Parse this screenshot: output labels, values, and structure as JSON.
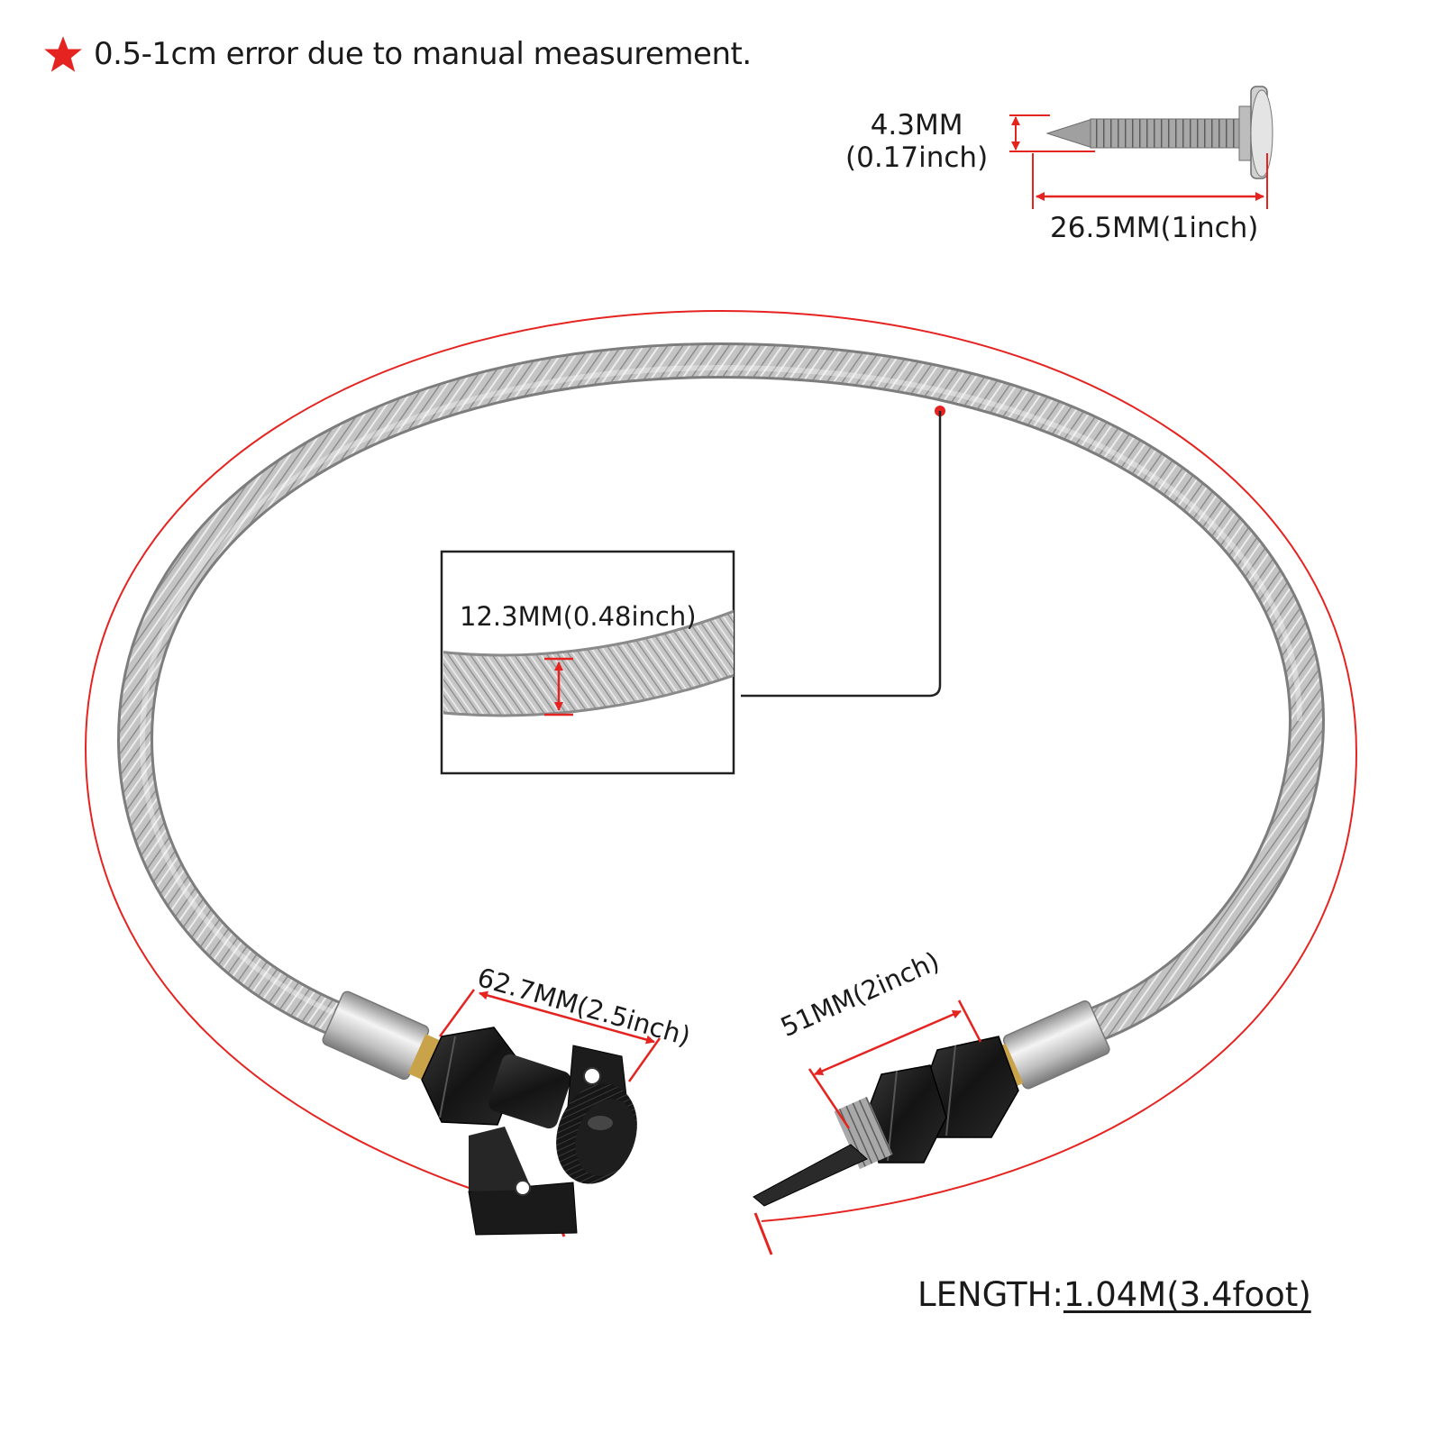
{
  "note": {
    "icon": "star-icon",
    "text": "0.5-1cm error due to manual measurement.",
    "icon_color": "#e52421"
  },
  "screw": {
    "diameter_mm": "4.3MM",
    "diameter_in": "(0.17inch)",
    "length": "26.5MM(1inch)"
  },
  "hose": {
    "inset_diameter": "12.3MM(0.48inch)",
    "fitting_left": "62.7MM(2.5inch)",
    "fitting_right": "51MM(2inch)"
  },
  "length": {
    "label": "LENGTH:",
    "value": "1.04M(3.4foot)"
  },
  "colors": {
    "accent": "#e52421",
    "braid": "#b9b9b9",
    "fitting": "#1b1b1b",
    "sleeve": "#cfcfcf"
  }
}
